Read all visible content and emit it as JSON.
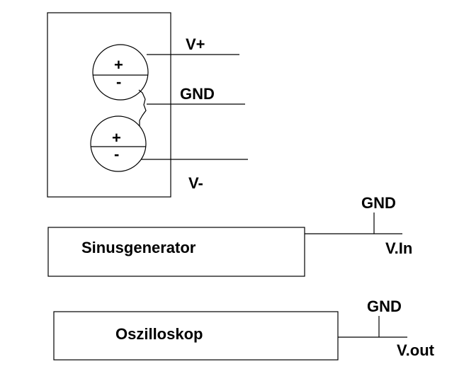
{
  "power_supply": {
    "vplus_label": "V+",
    "gnd_label": "GND",
    "vminus_label": "V-",
    "cell_top": {
      "plus": "+",
      "minus": "-"
    },
    "cell_bottom": {
      "plus": "+",
      "minus": "-"
    }
  },
  "sine_generator": {
    "label": "Sinusgenerator",
    "gnd_label": "GND",
    "out_label": "V.In"
  },
  "oscilloscope": {
    "label": "Oszilloskop",
    "gnd_label": "GND",
    "out_label": "V.out"
  }
}
